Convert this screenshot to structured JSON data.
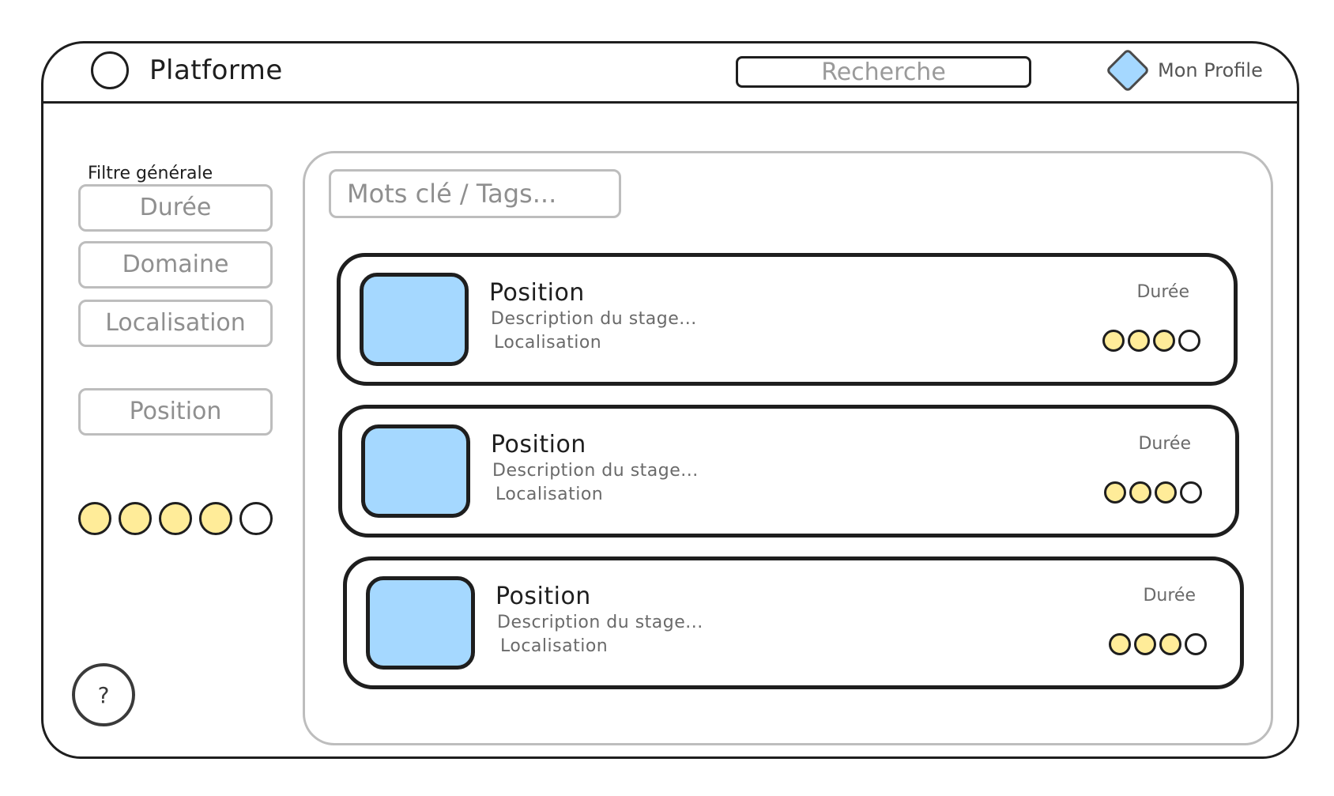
{
  "header": {
    "app_title": "Platforme",
    "search_placeholder": "Recherche",
    "profile_label": "Mon Profile"
  },
  "filters": {
    "title": "Filtre générale",
    "buttons": [
      {
        "label": "Durée"
      },
      {
        "label": "Domaine"
      },
      {
        "label": "Localisation"
      },
      {
        "label": "Position"
      }
    ],
    "rating": {
      "filled": 4,
      "total": 5
    }
  },
  "help": {
    "label": "?"
  },
  "main": {
    "tags_placeholder": "Mots clé / Tags...",
    "cards": [
      {
        "title": "Position",
        "description": "Description du stage...",
        "location": "Localisation",
        "duration": "Durée",
        "rating": {
          "filled": 3,
          "total": 4
        }
      },
      {
        "title": "Position",
        "description": "Description du stage...",
        "location": "Localisation",
        "duration": "Durée",
        "rating": {
          "filled": 3,
          "total": 4
        }
      },
      {
        "title": "Position",
        "description": "Description du stage...",
        "location": "Localisation",
        "duration": "Durée",
        "rating": {
          "filled": 3,
          "total": 4
        }
      }
    ]
  },
  "colors": {
    "stroke": "#1e1e1e",
    "thumbnail": "#a5d8ff",
    "rating_fill": "#ffec99",
    "muted_border": "#bdbdbd"
  }
}
